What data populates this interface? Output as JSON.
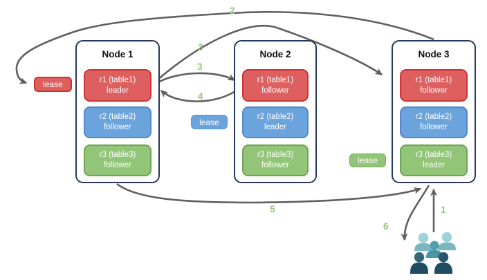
{
  "diagram": {
    "nodes": [
      {
        "title": "Node 1",
        "replicas": [
          {
            "name": "r1 (table1)",
            "role": "leader",
            "color": "red"
          },
          {
            "name": "r2 (table2)",
            "role": "follower",
            "color": "blue"
          },
          {
            "name": "r3 (table3)",
            "role": "follower",
            "color": "green"
          }
        ]
      },
      {
        "title": "Node 2",
        "replicas": [
          {
            "name": "r1 (table1)",
            "role": "follower",
            "color": "red"
          },
          {
            "name": "r2 (table2)",
            "role": "leader",
            "color": "blue"
          },
          {
            "name": "r3 (table3)",
            "role": "follower",
            "color": "green"
          }
        ]
      },
      {
        "title": "Node 3",
        "replicas": [
          {
            "name": "r1 (table1)",
            "role": "follower",
            "color": "red"
          },
          {
            "name": "r2 (table2)",
            "role": "follower",
            "color": "blue"
          },
          {
            "name": "r3 (table3)",
            "role": "leader",
            "color": "green"
          }
        ]
      }
    ],
    "leases": [
      {
        "label": "lease",
        "color": "red"
      },
      {
        "label": "lease",
        "color": "blue"
      },
      {
        "label": "lease",
        "color": "green"
      }
    ],
    "arrows": [
      {
        "label": "2",
        "from": "node3",
        "to": "red-lease"
      },
      {
        "label": "3",
        "from": "node1-r1-leader",
        "to": "node3-r1-follower"
      },
      {
        "label": "3",
        "from": "node1-r1-leader",
        "to": "node2-r1-follower"
      },
      {
        "label": "4",
        "from": "node2-r1-follower",
        "to": "node1-r1-leader"
      },
      {
        "label": "5",
        "from": "node1",
        "to": "node3"
      },
      {
        "label": "1",
        "from": "users",
        "to": "node3-r3-leader"
      },
      {
        "label": "6",
        "from": "node3-r3-leader",
        "to": "users"
      }
    ],
    "icons": {
      "users": "group-of-people"
    },
    "colors": {
      "red_fill": "#dd5f5f",
      "red_border": "#cc3333",
      "blue_fill": "#6ba3dc",
      "blue_border": "#5488c8",
      "green_fill": "#92c578",
      "green_border": "#6fa353",
      "node_border": "#24385c",
      "arrow": "#5f5f5f",
      "number_label": "#93c47d",
      "users_light": "#9dd2d8",
      "users_mid": "#559fac",
      "users_dark": "#1e4d61"
    }
  }
}
